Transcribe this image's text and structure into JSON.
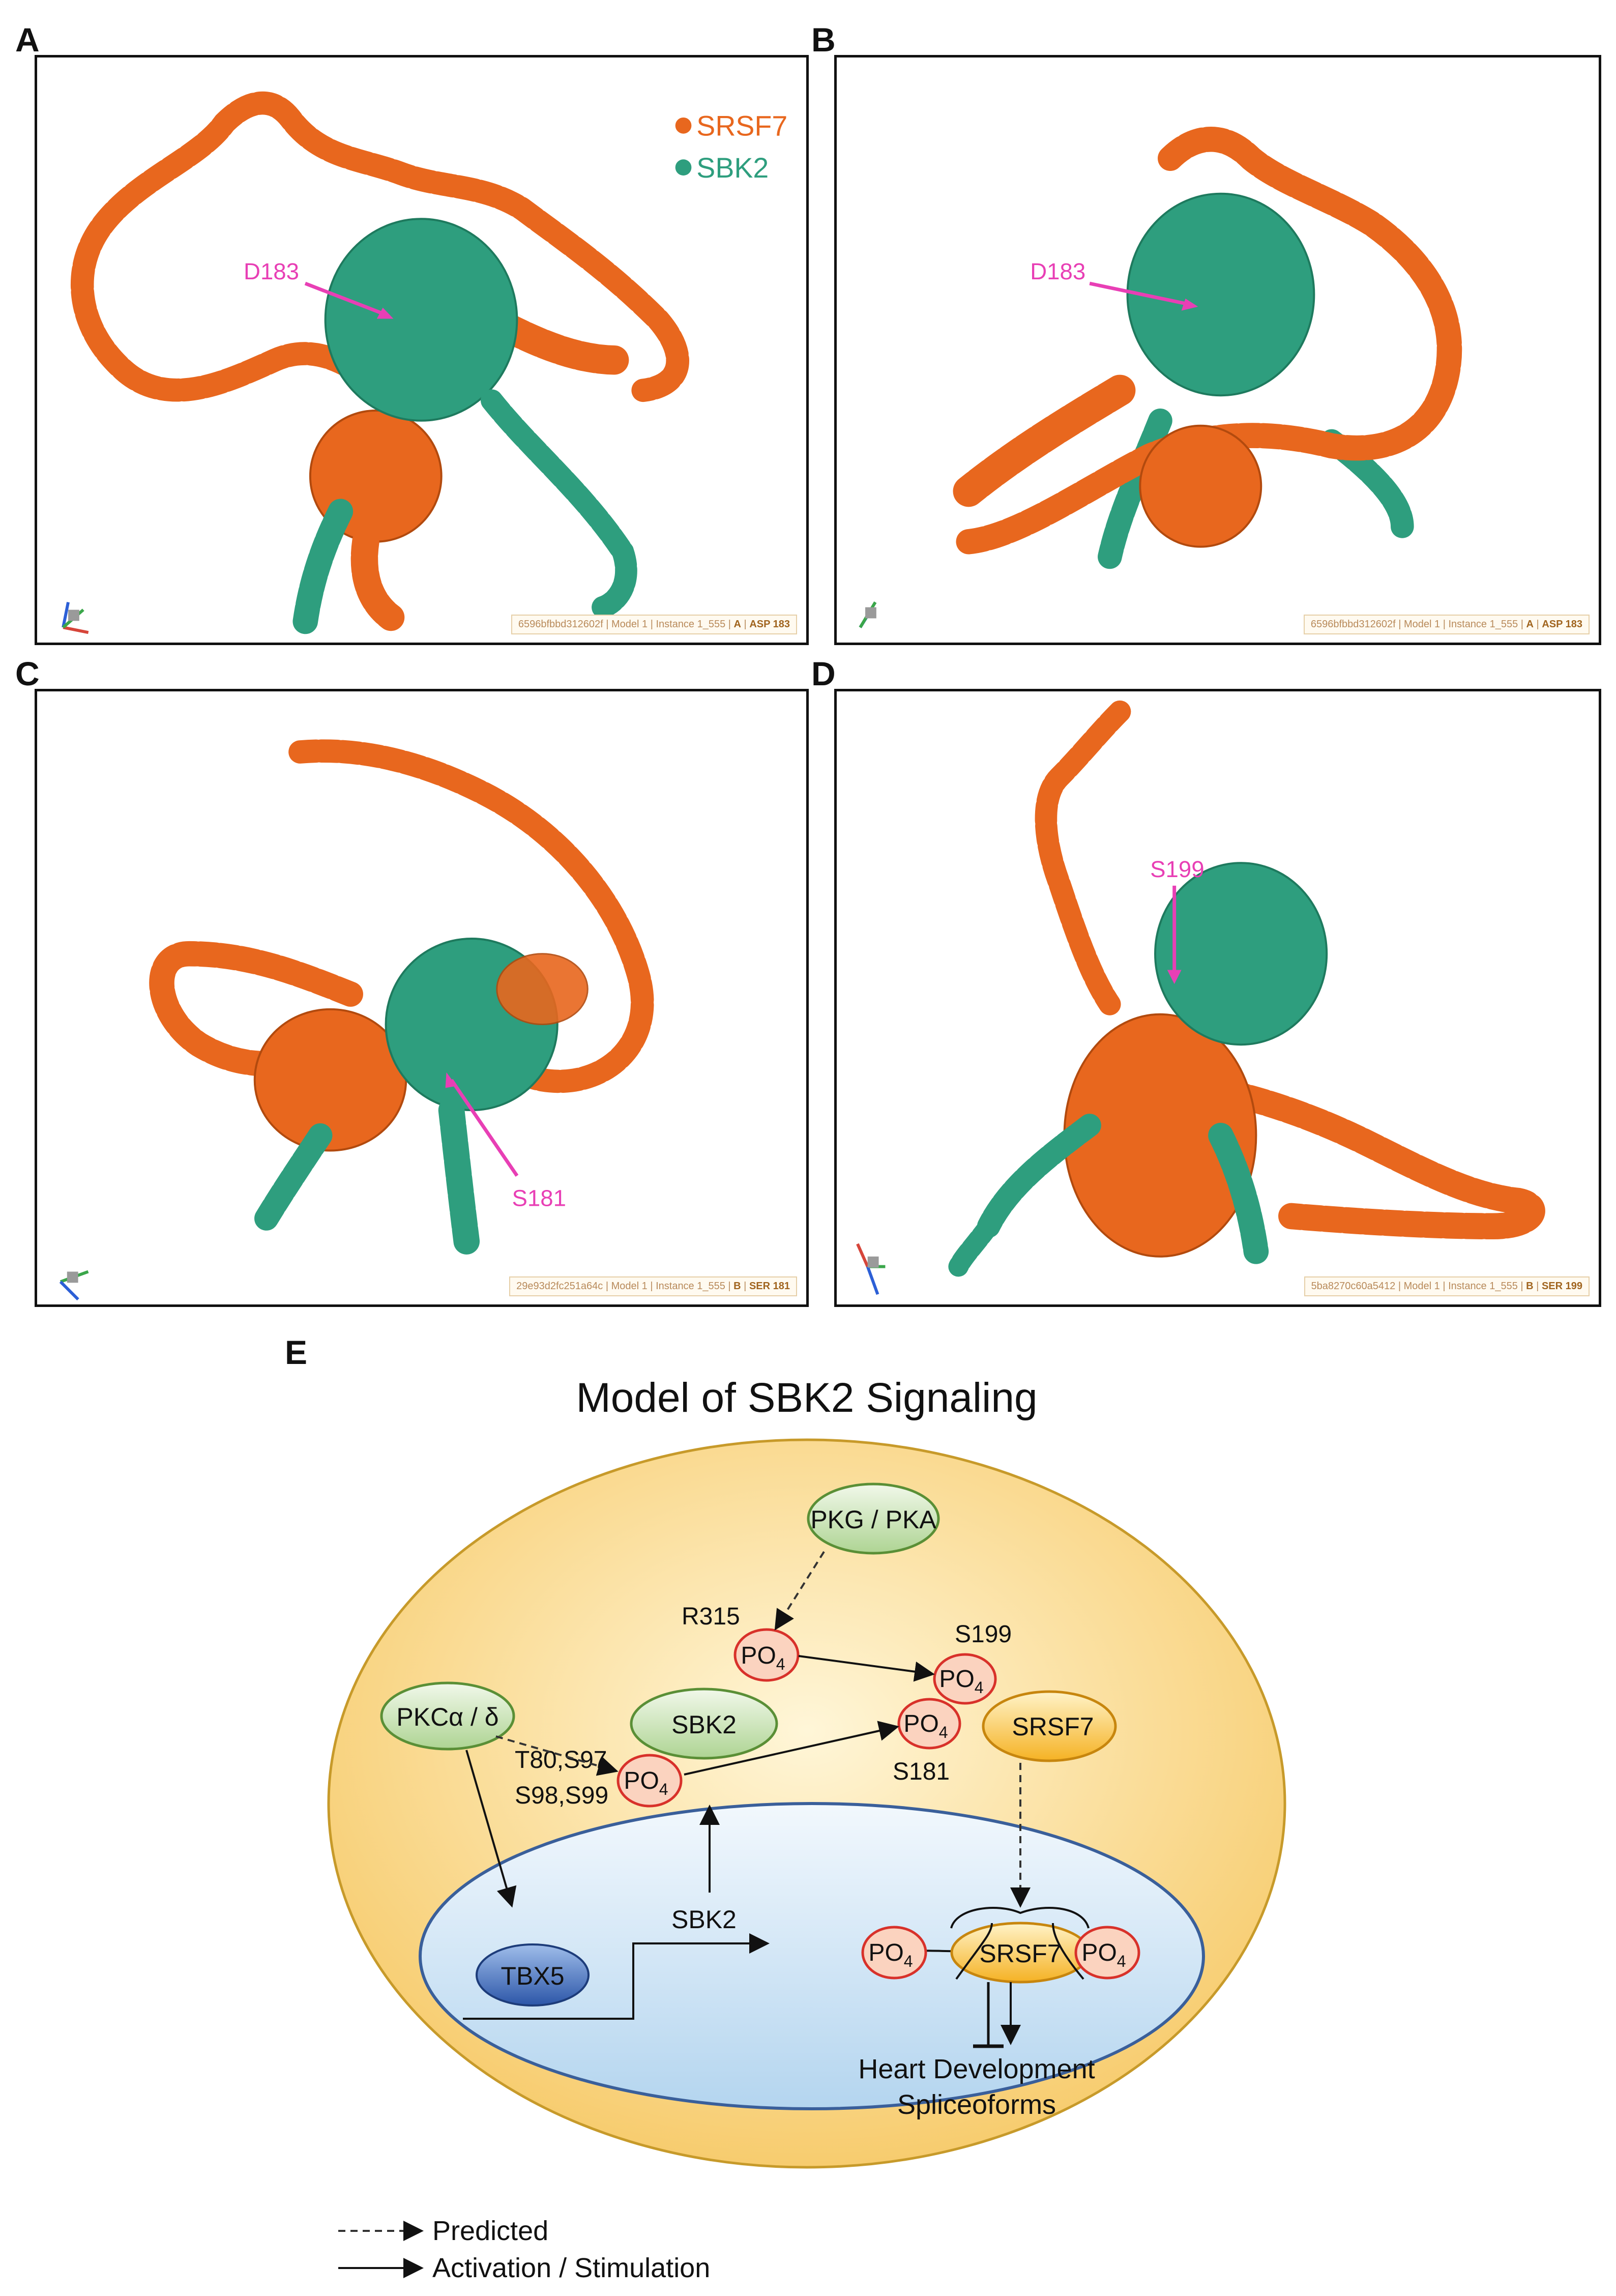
{
  "panels": [
    {
      "letter": "A",
      "annotation": "D183",
      "footer_id": "6596bfbbd312602f",
      "footer_model": "Model 1",
      "footer_instance": "Instance 1_555",
      "footer_chain": "A",
      "footer_residue": "ASP 183"
    },
    {
      "letter": "B",
      "annotation": "D183",
      "footer_id": "6596bfbbd312602f",
      "footer_model": "Model 1",
      "footer_instance": "Instance 1_555",
      "footer_chain": "A",
      "footer_residue": "ASP 183"
    },
    {
      "letter": "C",
      "annotation": "S181",
      "footer_id": "29e93d2fc251a64c",
      "footer_model": "Model 1",
      "footer_instance": "Instance 1_555",
      "footer_chain": "B",
      "footer_residue": "SER 181"
    },
    {
      "letter": "D",
      "annotation": "S199",
      "footer_id": "5ba8270c60a5412",
      "footer_model": "Model 1",
      "footer_instance": "Instance 1_555",
      "footer_chain": "B",
      "footer_residue": "SER 199"
    }
  ],
  "structure_legend": {
    "srsf7": {
      "label": "SRSF7",
      "color": "#e8671e"
    },
    "sbk2": {
      "label": "SBK2",
      "color": "#2e9e7e"
    }
  },
  "annotation_color": "#e83fb5",
  "panel_e": {
    "letter": "E",
    "title": "Model of SBK2 Signaling",
    "nodes": {
      "pkg_pka": "PKG / PKA",
      "pkc": "PKCα / δ",
      "sbk2_protein": "SBK2",
      "srsf7_cytoplasm": "SRSF7",
      "srsf7_nucleus": "SRSF7",
      "tbx5": "TBX5",
      "sbk2_gene": "SBK2",
      "po4_base": "PO",
      "po4_sub": "4"
    },
    "sites": {
      "r315": "R315",
      "s199": "S199",
      "s181": "S181",
      "t80_s97": "T80,S97",
      "s98_s99": "S98,S99"
    },
    "outcome_line1": "Heart Development",
    "outcome_line2": "Spliceoforms",
    "legend_predicted": "Predicted",
    "legend_activation": "Activation / Stimulation"
  }
}
